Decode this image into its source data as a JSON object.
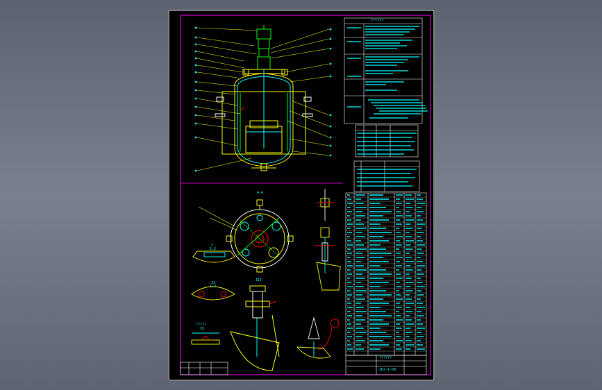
{
  "drawing": {
    "title_block": {
      "name": "??????",
      "code": "ZDJ-1-00"
    },
    "bom_header": "??????",
    "views": {
      "plan": {
        "label": "A-A"
      },
      "detail_1": {
        "label": "I",
        "scale": "1:2"
      },
      "detail_2": {
        "label": "II",
        "scale": "1:2"
      },
      "detail_3": {
        "label": "IV"
      },
      "detail_4": {
        "label": "?????"
      },
      "detail_5": {
        "label": "III"
      }
    },
    "colors": {
      "background": "#000000",
      "frame": "#ffffff",
      "border": "#ff00ff",
      "geometry": "#ffff00",
      "text": "#00ffff",
      "accent": "#00ff00",
      "detail": "#ff0000"
    }
  }
}
